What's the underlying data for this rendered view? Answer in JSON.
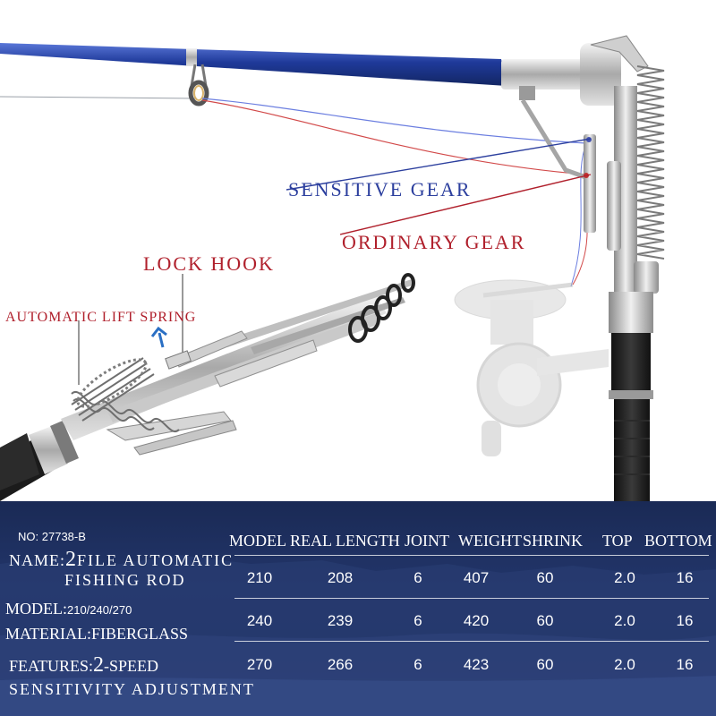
{
  "callouts": {
    "sensitive_gear": "SENSITIVE GEAR",
    "ordinary_gear": "ORDINARY GEAR",
    "lock_hook": "LOCK HOOK",
    "lift_spring": "AUTOMATIC LIFT SPRING"
  },
  "colors": {
    "sensitive": "#2c3f9e",
    "ordinary": "#b0202c",
    "panel": "#1f3163",
    "rod": "#1f3a9a"
  },
  "product": {
    "number_label": "NO:",
    "number_value": "27738-B",
    "name_label": "NAME:",
    "name_value_big": "2",
    "name_value_rest": "FILE AUTOMATIC",
    "name_value_line2": "FISHING ROD",
    "model_label": "MODEL:",
    "model_value": "210/240/270",
    "material_label": "MATERIAL:",
    "material_value": "FIBERGLASS",
    "features_label": "FEATURES:",
    "features_big": "2",
    "features_rest": "-SPEED",
    "features_line2": "SENSITIVITY ADJUSTMENT"
  },
  "table": {
    "headers": [
      "MODEL",
      "REAL LENGTH",
      "JOINT",
      "WEIGHT",
      "SHRINK",
      "TOP",
      "BOTTOM"
    ],
    "rows": [
      [
        "210",
        "208",
        "6",
        "407",
        "60",
        "2.0",
        "16"
      ],
      [
        "240",
        "239",
        "6",
        "420",
        "60",
        "2.0",
        "16"
      ],
      [
        "270",
        "266",
        "6",
        "423",
        "60",
        "2.0",
        "16"
      ]
    ]
  }
}
